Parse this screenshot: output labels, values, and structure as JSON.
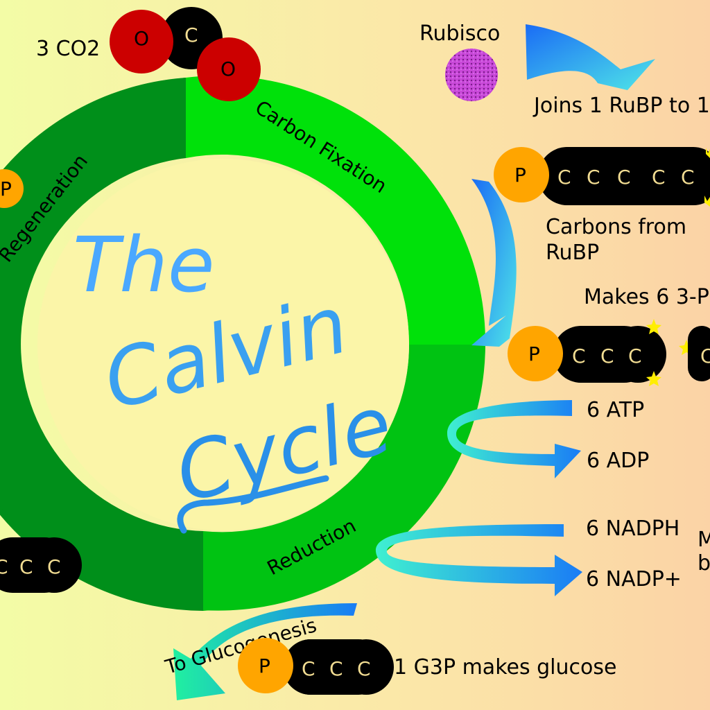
{
  "title": {
    "line1": "The",
    "line2": "Calvin",
    "line3": "Cycle"
  },
  "stages": {
    "fixation": "Carbon Fixation",
    "reduction": "Reduction",
    "regeneration": "Regeneration"
  },
  "co2": {
    "label": "3 CO2",
    "atom_o": "O",
    "atom_c": "C"
  },
  "rubisco": {
    "label": "Rubisco",
    "description": "Joins 1 RuBP to 1"
  },
  "rubp": {
    "phosphate": "P",
    "carbon": "C",
    "caption_line1": "Carbons from",
    "caption_line2": "RuBP"
  },
  "makes": {
    "label": "Makes 6 3-P"
  },
  "energy": {
    "atp": "6 ATP",
    "adp": "6 ADP",
    "nadph": "6 NADPH",
    "nadp": "6 NADP+",
    "side_m": "M",
    "side_b": "b"
  },
  "g3p": {
    "label": "1 G3P makes glucose",
    "to_glucogenesis": "To Glucogenesis"
  },
  "colors": {
    "bg_left": "#f3fba6",
    "bg_right": "#fbd3a6",
    "ring_bright": "#00e10a",
    "ring_dark": "#008f1a",
    "ring_mid": "#00b812",
    "oxygen": "#cc0000",
    "carbon": "#000000",
    "phosphate": "#ffa500",
    "rubisco": "#c040d0",
    "arrow_blue": "#1a7cf5",
    "arrow_cyan": "#3ee0e0"
  }
}
